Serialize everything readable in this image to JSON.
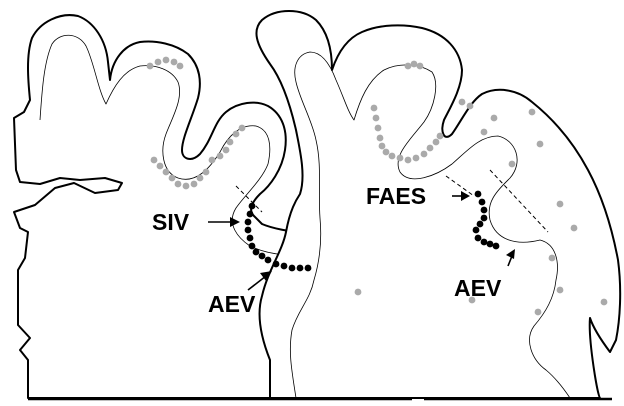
{
  "labels": {
    "siv": "SIV",
    "aev_left": "AEV",
    "faes": "FAES",
    "aev_right": "AEV"
  },
  "colors": {
    "outline": "#000000",
    "labeled_neuron": "#000000",
    "unlabeled_neuron": "#aaaaaa",
    "background": "#ffffff"
  }
}
